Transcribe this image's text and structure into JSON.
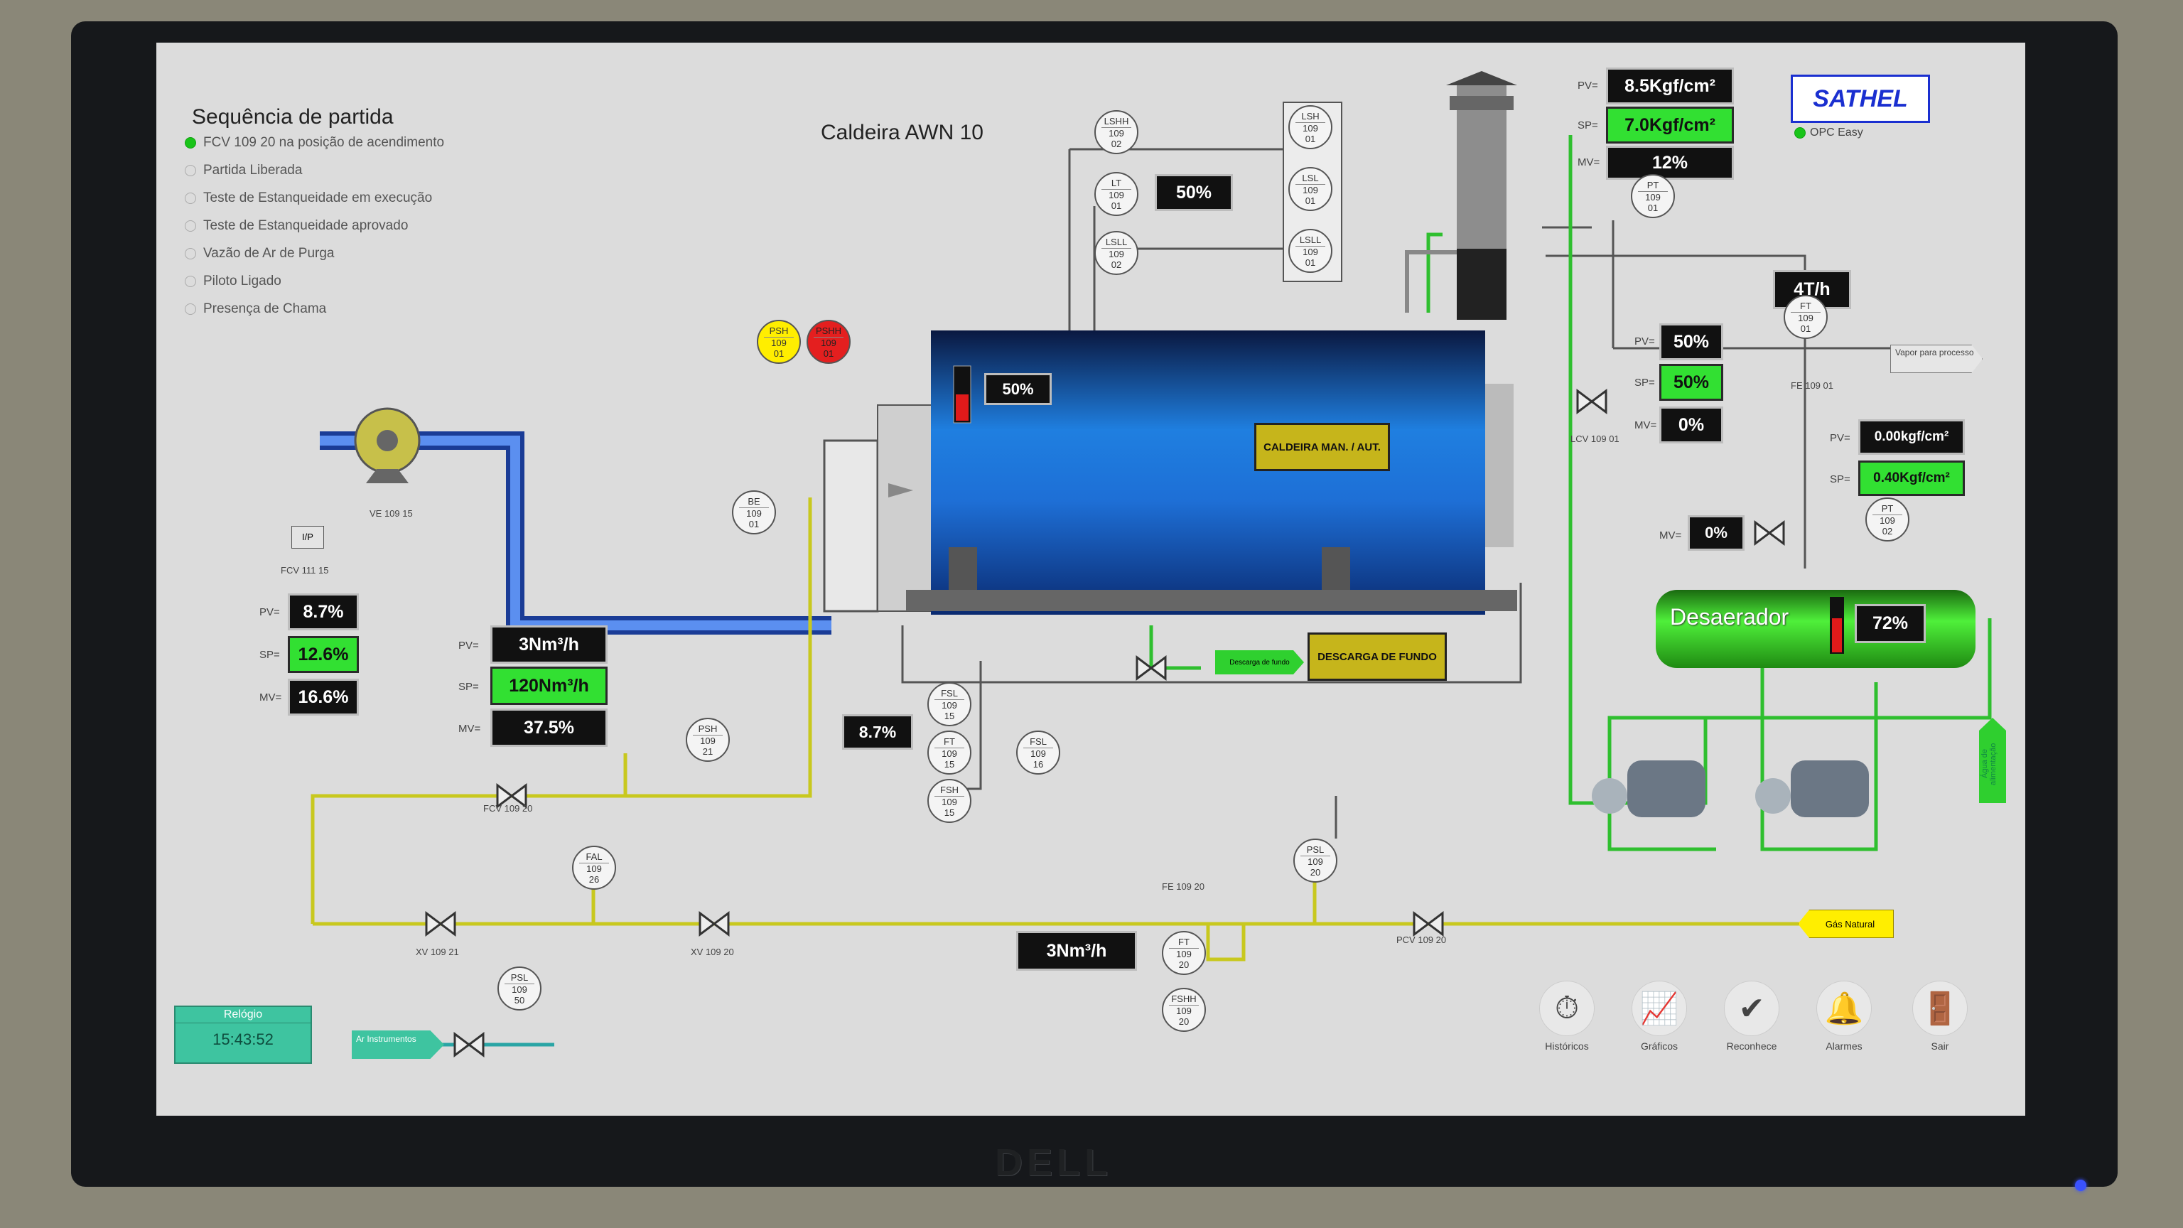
{
  "brand": "SATHEL",
  "opc": "OPC Easy",
  "monitor_brand": "DELL",
  "title": "Caldeira AWN 10",
  "sequence": {
    "title": "Sequência de partida",
    "items": [
      {
        "label": "FCV 109 20 na posição de acendimento",
        "active": true
      },
      {
        "label": "Partida Liberada",
        "active": false
      },
      {
        "label": "Teste de Estanqueidade em execução",
        "active": false
      },
      {
        "label": "Teste de Estanqueidade aprovado",
        "active": false
      },
      {
        "label": "Vazão de Ar de Purga",
        "active": false
      },
      {
        "label": "Piloto Ligado",
        "active": false
      },
      {
        "label": "Presença de Chama",
        "active": false
      }
    ]
  },
  "labels": {
    "pv": "PV=",
    "sp": "SP=",
    "mv": "MV="
  },
  "steam": {
    "pv": "8.5Kgf/cm²",
    "sp": "7.0Kgf/cm²",
    "mv": "12%",
    "flow": "4T/h",
    "output_label": "Vapor para processo"
  },
  "level": {
    "pv": "50%",
    "sp": "50%",
    "mv": "0%",
    "lt_value": "50%",
    "sight_value": "50%",
    "valve": "LCV 109 01",
    "fe": "FE 109 01"
  },
  "deaerator": {
    "name": "Desaerador",
    "level": "72%",
    "mv": "0%",
    "pv": "0.00kgf/cm²",
    "sp": "0.40Kgf/cm²",
    "water": "Água de alimentação"
  },
  "air_damper": {
    "pv": "8.7%",
    "sp": "12.6%",
    "mv": "16.6%",
    "fan": "VE 109 15",
    "fcv": "FCV 111 15",
    "ip": "I/P"
  },
  "gas": {
    "pv": "3Nm³/h",
    "sp": "120Nm³/h",
    "mv": "37.5%",
    "fcv": "FCV 109 20",
    "flow": "3Nm³/h",
    "air_flow": "8.7%"
  },
  "boiler": {
    "mode_btn": "CALDEIRA MAN. / AUT.",
    "purge_btn": "DESCARGA DE FUNDO",
    "purge_label": "Descarga de fundo"
  },
  "valves": {
    "xv21": "XV 109 21",
    "xv20": "XV 109 20",
    "pcv": "PCV 109 20",
    "fe20": "FE 109 20"
  },
  "gas_source": "Gás Natural",
  "instrument_air": "Ar Instrumentos",
  "clock": {
    "label": "Relógio",
    "time": "15:43:52"
  },
  "instruments": {
    "lshh": [
      "LSHH",
      "109",
      "02"
    ],
    "lt": [
      "LT",
      "109",
      "01"
    ],
    "lsll": [
      "LSLL",
      "109",
      "02"
    ],
    "lsh": [
      "LSH",
      "109",
      "01"
    ],
    "lsl": [
      "LSL",
      "109",
      "01"
    ],
    "lsll2": [
      "LSLL",
      "109",
      "01"
    ],
    "psh": [
      "PSH",
      "109",
      "01"
    ],
    "pshh": [
      "PSHH",
      "109",
      "01"
    ],
    "be": [
      "BE",
      "109",
      "01"
    ],
    "pt1": [
      "PT",
      "109",
      "01"
    ],
    "ft1": [
      "FT",
      "109",
      "01"
    ],
    "pt2": [
      "PT",
      "109",
      "02"
    ],
    "fsl15": [
      "FSL",
      "109",
      "15"
    ],
    "ft15": [
      "FT",
      "109",
      "15"
    ],
    "fsh15": [
      "FSH",
      "109",
      "15"
    ],
    "fsl16": [
      "FSL",
      "109",
      "16"
    ],
    "psh21": [
      "PSH",
      "109",
      "21"
    ],
    "fal26": [
      "FAL",
      "109",
      "26"
    ],
    "psl20": [
      "PSL",
      "109",
      "20"
    ],
    "ft20": [
      "FT",
      "109",
      "20"
    ],
    "fshh20": [
      "FSHH",
      "109",
      "20"
    ],
    "psl50": [
      "PSL",
      "109",
      "50"
    ]
  },
  "nav": [
    {
      "label": "Históricos",
      "icon": "history-icon",
      "glyph": "⏱"
    },
    {
      "label": "Gráficos",
      "icon": "chart-icon",
      "glyph": "📈"
    },
    {
      "label": "Reconhece",
      "icon": "check-icon",
      "glyph": "✔"
    },
    {
      "label": "Alarmes",
      "icon": "alarm-icon",
      "glyph": "🔔"
    },
    {
      "label": "Sair",
      "icon": "exit-icon",
      "glyph": "🚪"
    }
  ],
  "colors": {
    "gas_line": "#c8c81e",
    "air_duct": "#2a5bd0",
    "water_line": "#2fbf2f",
    "boiler": "#1f7fe0",
    "deaerator": "#3ee02a"
  }
}
